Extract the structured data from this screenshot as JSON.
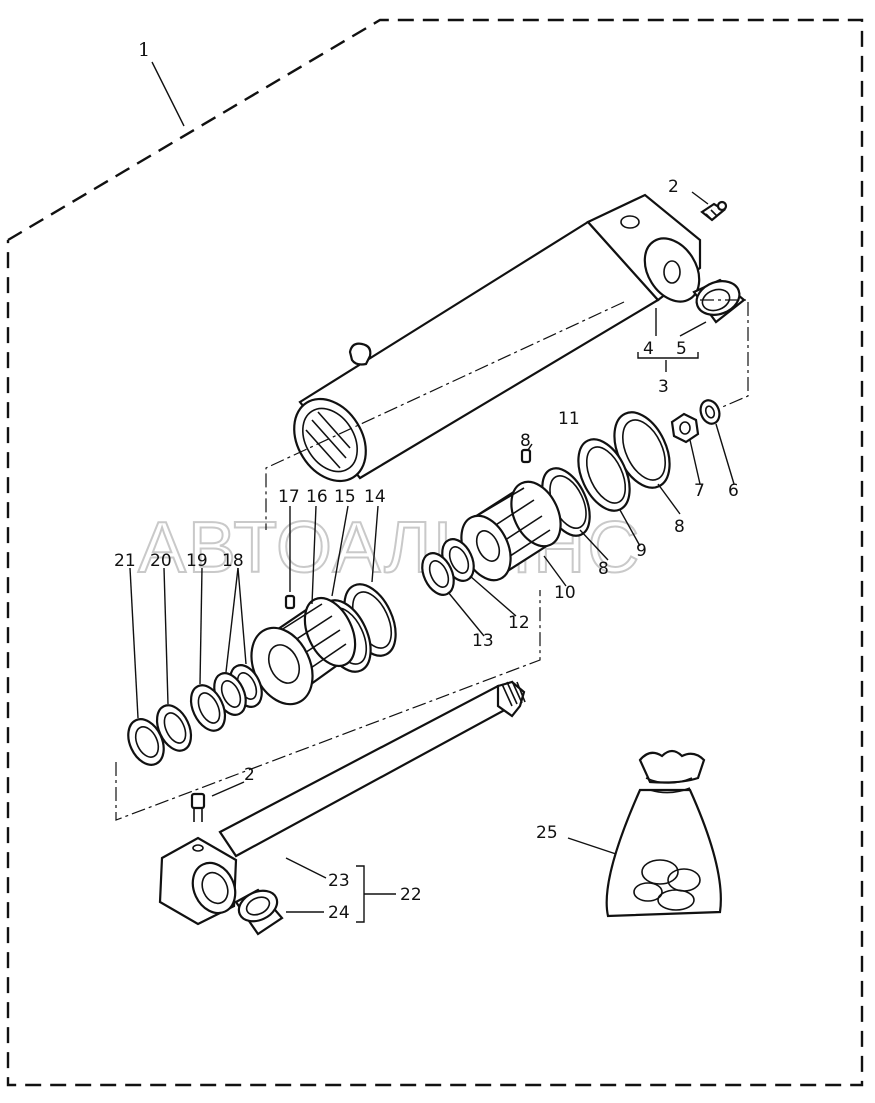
{
  "watermark": "АВТОАЛЬЯНС",
  "labels": {
    "p1": "1",
    "p2a": "2",
    "p2b": "2",
    "p3": "3",
    "p4": "4",
    "p5": "5",
    "p6": "6",
    "p7": "7",
    "p8a": "8",
    "p8b": "8",
    "p8c": "8",
    "p9": "9",
    "p10": "10",
    "p11": "11",
    "p12": "12",
    "p13": "13",
    "p14": "14",
    "p15": "15",
    "p16": "16",
    "p17": "17",
    "p18": "18",
    "p19": "19",
    "p20": "20",
    "p21": "21",
    "p22": "22",
    "p23": "23",
    "p24": "24",
    "p25": "25"
  }
}
